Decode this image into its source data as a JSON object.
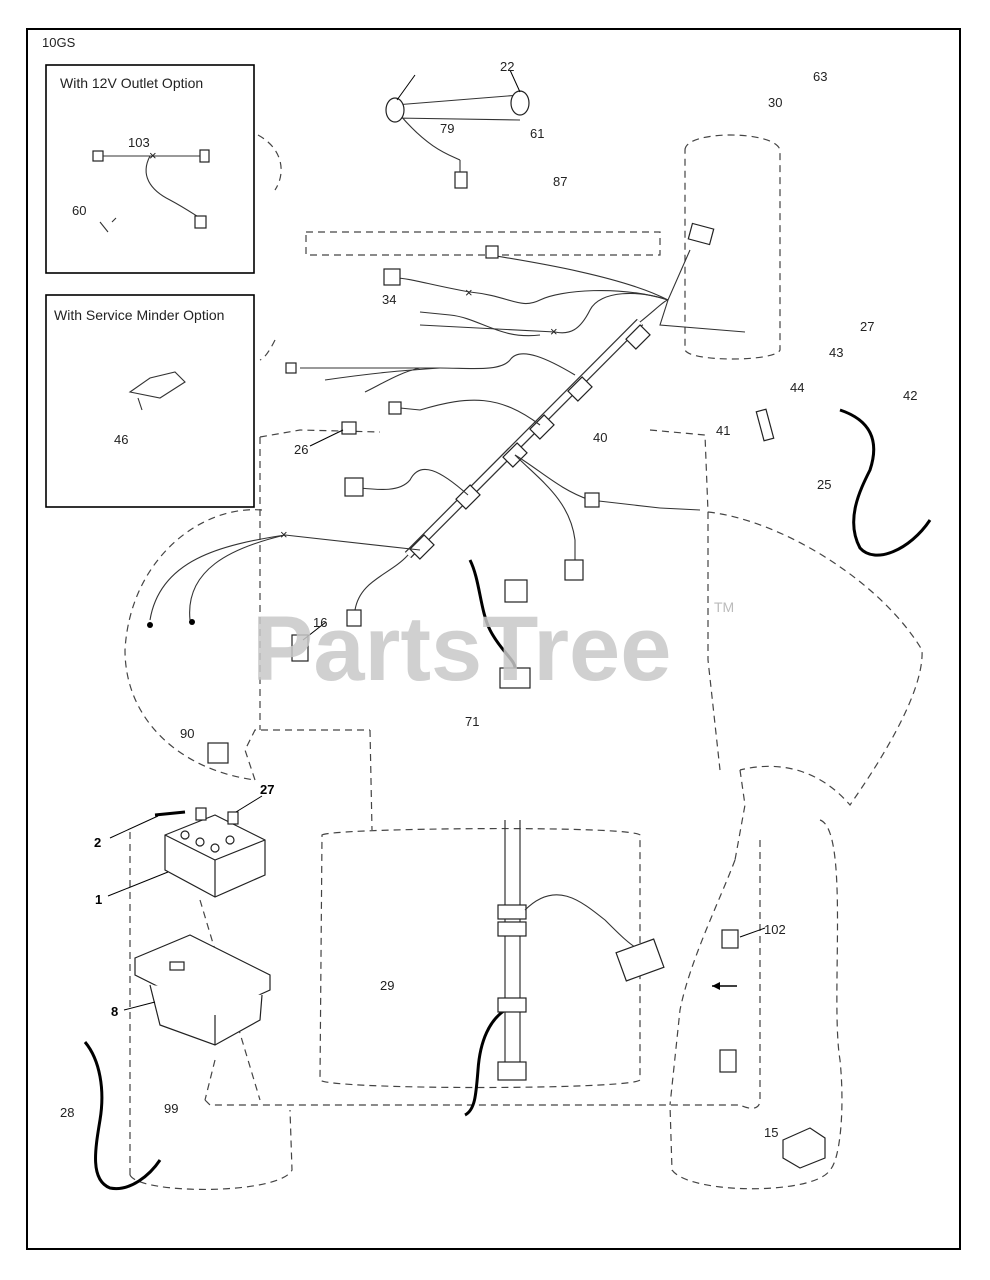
{
  "diagram": {
    "page_code": "10GS",
    "watermark": "PartsTree",
    "trademark": "TM",
    "insets": {
      "outlet_option": {
        "title": "With 12V Outlet Option",
        "labels": [
          "103",
          "60"
        ]
      },
      "service_option": {
        "title": "With Service Minder Option",
        "labels": [
          "46"
        ]
      }
    },
    "callouts": {
      "c22": "22",
      "c63": "63",
      "c30": "30",
      "c79": "79",
      "c61": "61",
      "c87": "87",
      "c34": "34",
      "c27a": "27",
      "c43": "43",
      "c42": "42",
      "c44": "44",
      "c25": "25",
      "c40": "40",
      "c41": "41",
      "c26": "26",
      "c16": "16",
      "c90": "90",
      "c71": "71",
      "c27b": "27",
      "c2": "2",
      "c1": "1",
      "c8": "8",
      "c29": "29",
      "c102": "102",
      "c28": "28",
      "c99": "99",
      "c15": "15"
    }
  }
}
